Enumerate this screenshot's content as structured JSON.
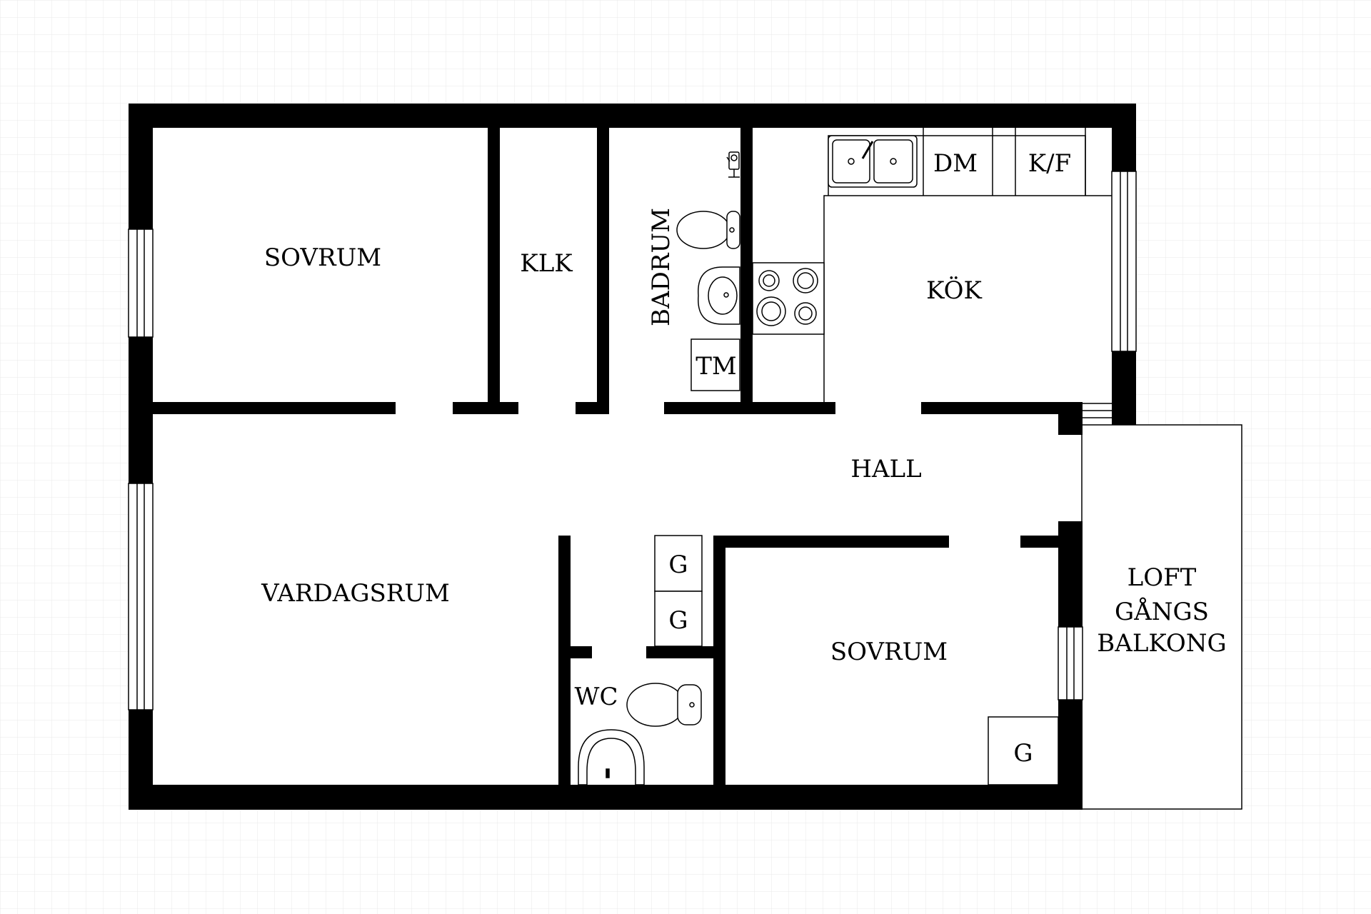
{
  "colors": {
    "wall": "#000000",
    "background": "#ffffff",
    "grid": "#e9e9e9",
    "fixture_stroke": "#000000"
  },
  "rooms": {
    "sovrum_1": "SOVRUM",
    "klk": "KLK",
    "badrum": "BADRUM",
    "kok": "KÖK",
    "hall": "HALL",
    "vardagsrum": "VARDAGSRUM",
    "sovrum_2": "SOVRUM",
    "wc": "WC",
    "balkong_line1": "LOFT",
    "balkong_line2": "GÅNGS",
    "balkong_line3": "BALKONG"
  },
  "fixtures": {
    "dishwasher": "DM",
    "fridge_freezer": "K/F",
    "washing_machine": "TM",
    "wardrobe_1": "G",
    "wardrobe_2": "G",
    "wardrobe_3": "G"
  }
}
